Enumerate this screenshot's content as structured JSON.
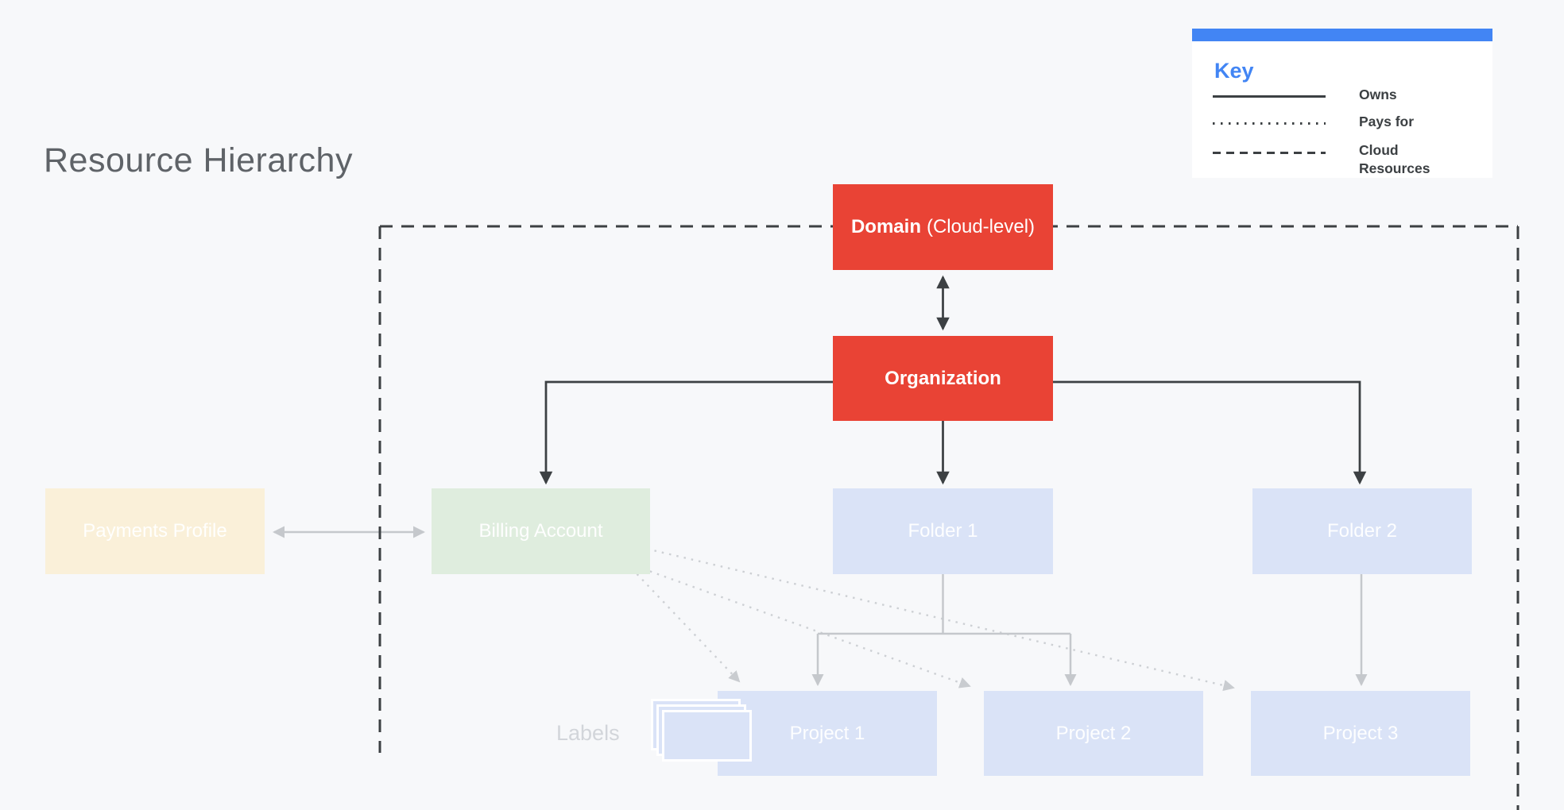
{
  "title": "Resource Hierarchy",
  "key": {
    "heading": "Key",
    "items": [
      {
        "style": "solid",
        "label": "Owns"
      },
      {
        "style": "dotted",
        "label": "Pays for"
      },
      {
        "style": "dashed",
        "label": "Cloud Resources"
      }
    ]
  },
  "nodes": {
    "domain_bold": "Domain",
    "domain_rest": "(Cloud-level)",
    "organization": "Organization",
    "payments_profile": "Payments Profile",
    "billing_account": "Billing Account",
    "folder_1": "Folder 1",
    "folder_2": "Folder 2",
    "project_1": "Project 1",
    "project_2": "Project 2",
    "project_3": "Project 3"
  },
  "annotations": {
    "labels_caption": "Labels"
  },
  "colors": {
    "background": "#F7F8FA",
    "red": "#E94335",
    "blue_accent": "#4285F4",
    "light_blue": "#DAE3F7",
    "green": "#DFEDDE",
    "cream": "#FAF0D9",
    "ink": "#3C4043",
    "gray_line": "#C5C8CC",
    "dotted_line": "#CDD0D4",
    "title_gray": "#5F6368",
    "labels_gray": "#D2D5DA",
    "white": "#FFFFFF"
  }
}
